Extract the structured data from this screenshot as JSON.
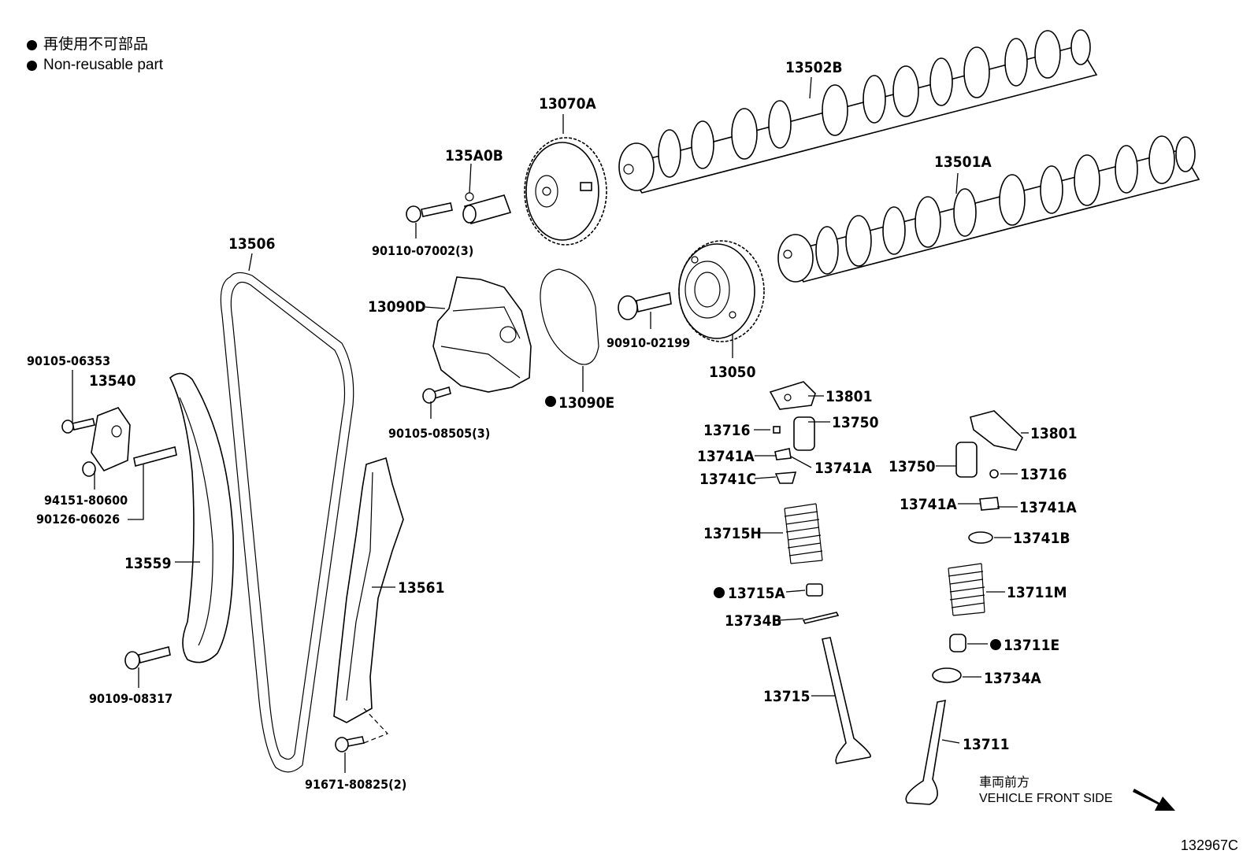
{
  "legend": {
    "line_ja": "再使用不可部品",
    "line_en": "Non-reusable part"
  },
  "front": {
    "ja": "車両前方",
    "en": "VEHICLE FRONT SIDE"
  },
  "doc_id": "132967C",
  "callouts": {
    "c13502B": "13502B",
    "c13501A": "13501A",
    "c13070A": "13070A",
    "c135A0B": "135A0B",
    "c90110": "90110-07002(3)",
    "c13506": "13506",
    "c13090D": "13090D",
    "c90910": "90910-02199",
    "c13050": "13050",
    "c13090E": "13090E",
    "c90105a": "90105-08505(3)",
    "c90105b": "90105-06353",
    "c13540": "13540",
    "c94151": "94151-80600",
    "c90126": "90126-06026",
    "c13559": "13559",
    "c13561": "13561",
    "c90109": "90109-08317",
    "c91671": "91671-80825(2)",
    "c13801a": "13801",
    "c13750a": "13750",
    "c13716a": "13716",
    "c13741Aa": "13741A",
    "c13741Ab": "13741A",
    "c13741C": "13741C",
    "c13715H": "13715H",
    "c13715A": "13715A",
    "c13734B": "13734B",
    "c13715": "13715",
    "c13801b": "13801",
    "c13750b": "13750",
    "c13716b": "13716",
    "c13741Ac": "13741A",
    "c13741Ad": "13741A",
    "c13741B": "13741B",
    "c13711M": "13711M",
    "c13711E": "13711E",
    "c13734A": "13734A",
    "c13711": "13711"
  }
}
